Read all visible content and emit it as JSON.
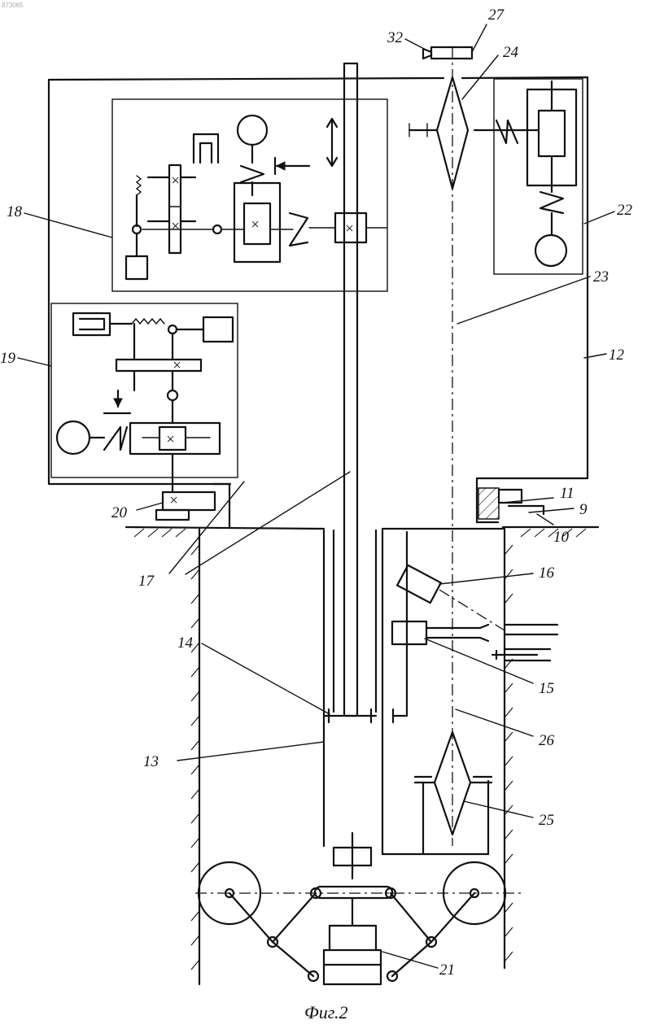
{
  "document_id": "873085",
  "caption": "Фиг.2",
  "labels": {
    "l9": "9",
    "l10": "10",
    "l11": "11",
    "l12": "12",
    "l13": "13",
    "l14": "14",
    "l15": "15",
    "l16": "16",
    "l17": "17",
    "l18": "18",
    "l19": "19",
    "l20": "20",
    "l21": "21",
    "l22": "22",
    "l23": "23",
    "l24": "24",
    "l25": "25",
    "l26": "26",
    "l27": "27",
    "l32": "32"
  }
}
